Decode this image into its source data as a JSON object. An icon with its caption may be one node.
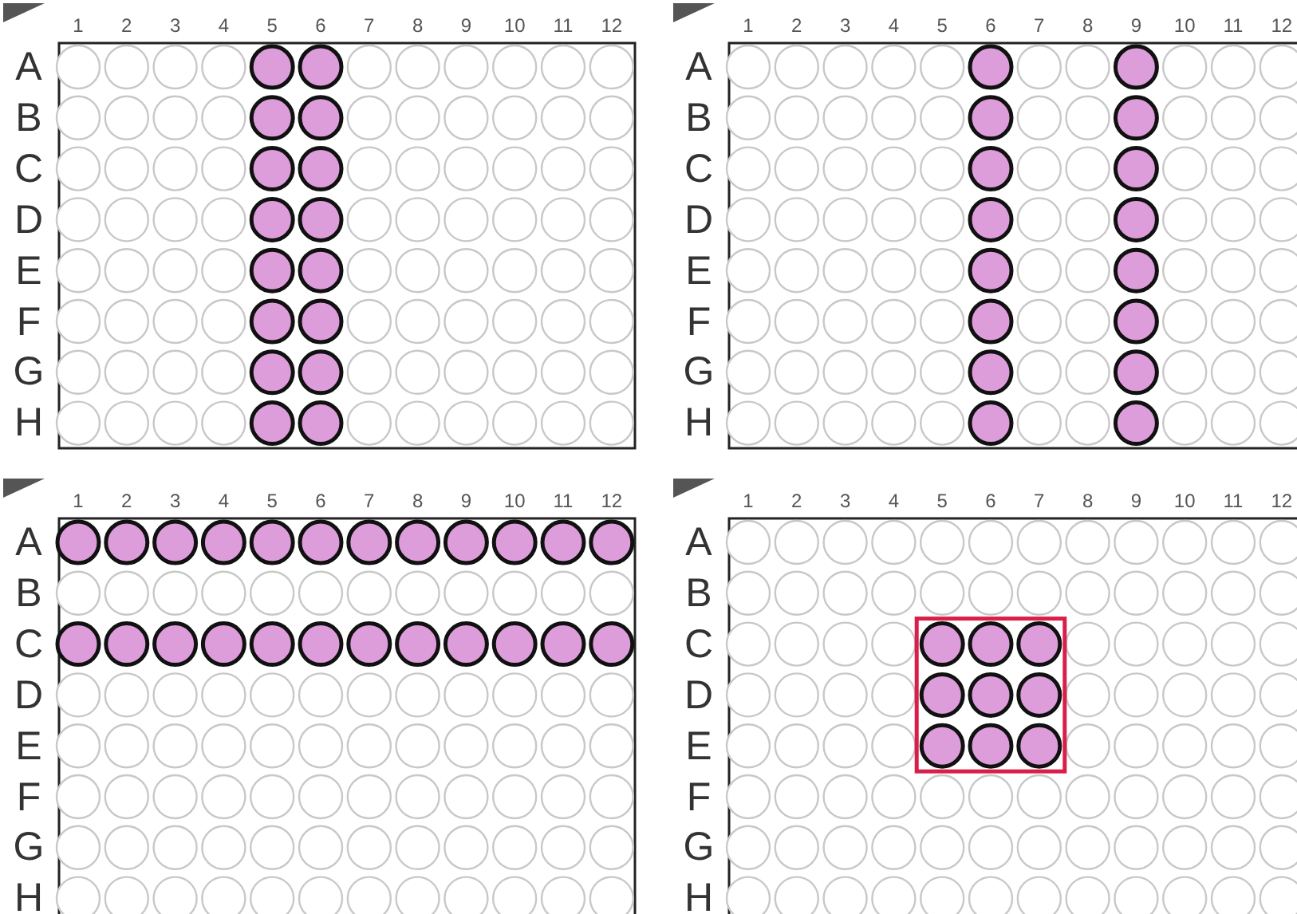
{
  "diagram": {
    "labels": [
      "1",
      "2",
      "3",
      "4",
      "5",
      "6",
      "7",
      "8",
      "9",
      "10",
      "11",
      "12",
      "A",
      "B",
      "C",
      "D",
      "E",
      "F",
      "G",
      "H",
      "1",
      "2",
      "3",
      "4",
      "5",
      "6",
      "7",
      "8",
      "9",
      "10",
      "11",
      "12",
      "A",
      "B",
      "C",
      "D",
      "E",
      "F",
      "G",
      "H",
      "1",
      "2",
      "3",
      "4",
      "5",
      "6",
      "7",
      "8",
      "9",
      "10",
      "11",
      "12",
      "A",
      "B",
      "C",
      "D",
      "E",
      "F",
      "G",
      "H",
      "1",
      "2",
      "3",
      "4",
      "5",
      "6",
      "7",
      "8",
      "9",
      "10",
      "11",
      "12",
      "A",
      "B",
      "C",
      "D",
      "E",
      "F",
      "G",
      "H"
    ]
  }
}
